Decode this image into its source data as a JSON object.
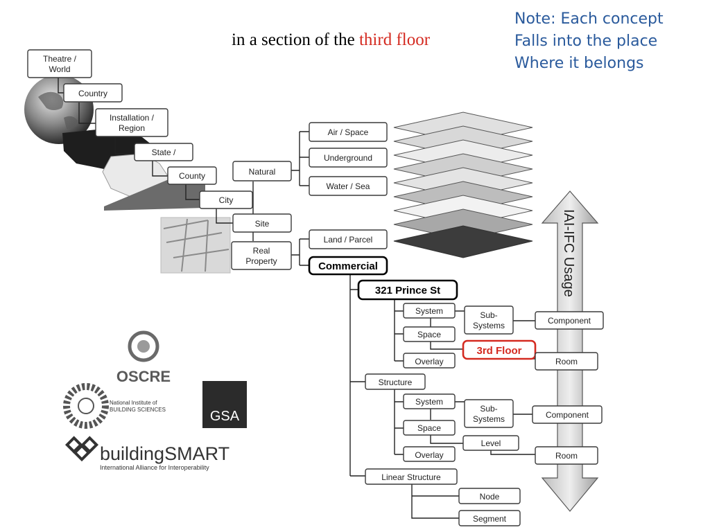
{
  "headline": {
    "prefix": "in a section of the",
    "highlight": "third floor"
  },
  "note": {
    "line1": "Note: Each concept",
    "line2": "Falls into the place",
    "line3": "Where it belongs"
  },
  "arrow_label": "IAI-IFC Usage",
  "hierarchy": {
    "geo": [
      {
        "l1": "Theatre /",
        "l2": "World"
      },
      {
        "l1": "Country"
      },
      {
        "l1": "Installation /",
        "l2": "Region"
      },
      {
        "l1": "State /"
      },
      {
        "l1": "County"
      },
      {
        "l1": "City"
      },
      {
        "l1": "Site"
      }
    ],
    "natural": "Natural",
    "natural_children": [
      "Air / Space",
      "Underground",
      "Water / Sea"
    ],
    "real_property": {
      "l1": "Real",
      "l2": "Property"
    },
    "land_parcel": "Land / Parcel",
    "commercial": "Commercial",
    "address": "321 Prince St",
    "system_1": "System",
    "space_1": "Space",
    "overlay_1": "Overlay",
    "subsystems_1": {
      "l1": "Sub-",
      "l2": "Systems"
    },
    "component_1": "Component",
    "floor_3rd": "3rd Floor",
    "room_1": "Room",
    "structure": "Structure",
    "system_2": "System",
    "space_2": "Space",
    "overlay_2": "Overlay",
    "subsystems_2": {
      "l1": "Sub-",
      "l2": "Systems"
    },
    "component_2": "Component",
    "level": "Level",
    "room_2": "Room",
    "linear_structure": "Linear Structure",
    "node": "Node",
    "segment": "Segment"
  },
  "logos": {
    "oscre": "OSCRE",
    "nibs_l1": "National Institute of",
    "nibs_l2": "BUILDING SCIENCES",
    "gsa": "GSA",
    "buildingsmart": "buildingSMART",
    "buildingsmart_tag": "International Alliance for Interoperability"
  },
  "colors": {
    "accent_red": "#d42a20",
    "note_blue": "#2a5a9c"
  }
}
